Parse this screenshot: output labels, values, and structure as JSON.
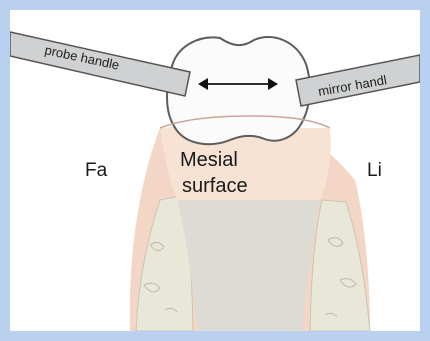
{
  "diagram": {
    "probe_handle_label": "probe handle",
    "mirror_handle_label": "mirror handl",
    "facial_label": "Fa",
    "lingual_label": "Li",
    "surface_label_line1": "Mesial",
    "surface_label_line2": "surface",
    "arrow_icon": "double-arrow-icon",
    "colors": {
      "frame": "#b9d0ef",
      "gingiva": "#f3d6c6",
      "enamel": "#fbfbfb",
      "cementum": "#f7e2d3",
      "bone": "#e9e7d8",
      "handle": "#cfd1d3"
    }
  }
}
